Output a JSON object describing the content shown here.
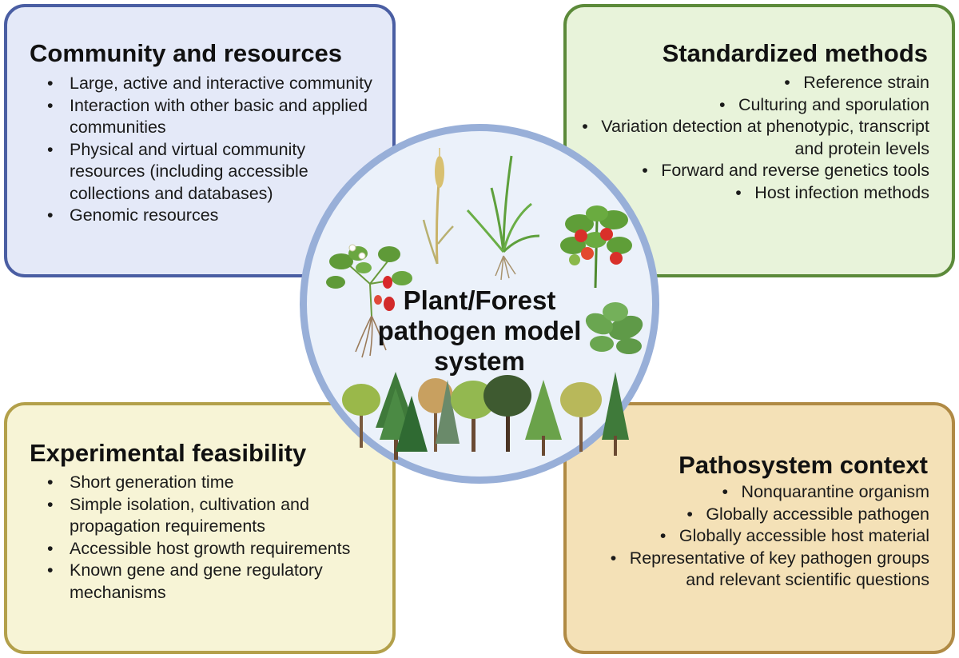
{
  "colors": {
    "community_fill": "#e4e9f8",
    "community_border": "#4a5ea3",
    "methods_fill": "#e8f3da",
    "methods_border": "#5c8a3a",
    "feasibility_fill": "#f7f4d6",
    "feasibility_border": "#b3a04a",
    "context_fill": "#f4e1b7",
    "context_border": "#b08a44",
    "circle_fill": "#ebf1fa",
    "circle_border": "#98afd8"
  },
  "community": {
    "title": "Community and resources",
    "items": [
      "Large, active and interactive community",
      "Interaction with other basic and applied communities",
      "Physical and virtual community resources (including accessible collections and databases)",
      "Genomic resources"
    ]
  },
  "methods": {
    "title": "Standardized methods",
    "items": [
      "Reference strain",
      "Culturing and sporulation",
      "Variation detection at phenotypic, transcript and protein levels",
      "Forward and reverse genetics tools",
      "Host infection methods"
    ]
  },
  "feasibility": {
    "title": "Experimental feasibility",
    "items": [
      "Short generation time",
      "Simple isolation, cultivation and propagation requirements",
      "Accessible host growth requirements",
      "Known gene and gene regulatory mechanisms"
    ]
  },
  "context": {
    "title": "Pathosystem context",
    "items": [
      "Nonquarantine organism",
      "Globally accessible pathogen",
      "Globally accessible host material",
      "Representative of key pathogen groups and relevant scientific questions"
    ]
  },
  "center": {
    "title": "Plant/Forest\npathogen model\nsystem"
  },
  "illustrations": [
    "strawberry-plant-icon",
    "wheat-icon",
    "grass-icon",
    "tomato-plant-icon",
    "seedling-icon",
    "forest-icon"
  ]
}
